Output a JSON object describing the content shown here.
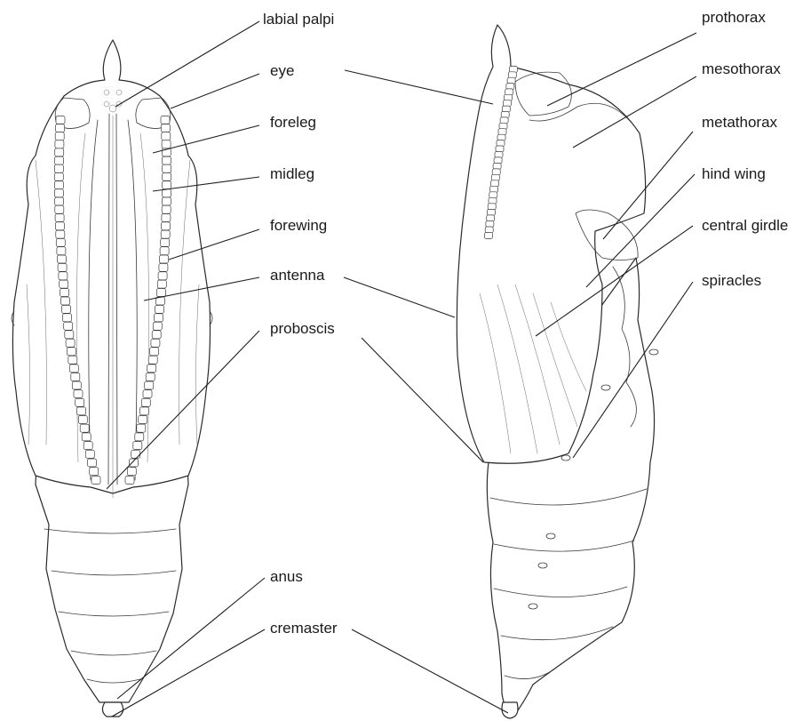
{
  "labels": {
    "labial_palpi": "labial palpi",
    "eye": "eye",
    "foreleg": "foreleg",
    "midleg": "midleg",
    "forewing": "forewing",
    "antenna": "antenna",
    "proboscis": "proboscis",
    "anus": "anus",
    "cremaster": "cremaster",
    "prothorax": "prothorax",
    "mesothorax": "mesothorax",
    "metathorax": "metathorax",
    "hind_wing": "hind wing",
    "central_girdle": "central girdle",
    "spiracles": "spiracles"
  },
  "colors": {
    "line": "#1f1f1f",
    "background": "#ffffff"
  }
}
